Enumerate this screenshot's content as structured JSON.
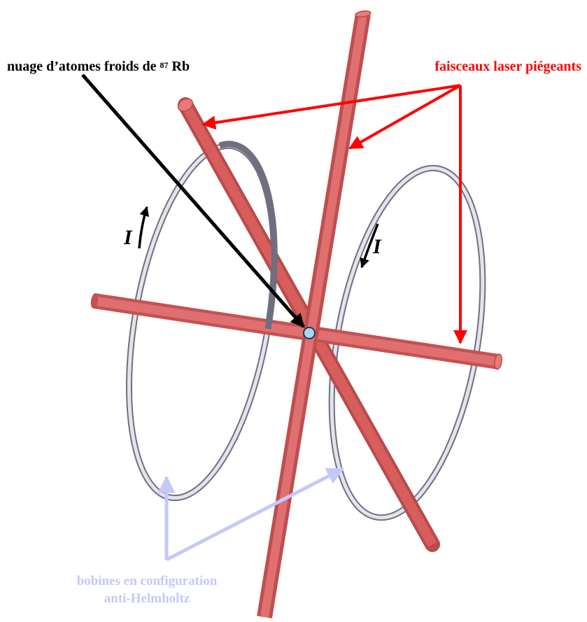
{
  "labels": {
    "atom_cloud": "nuage d’atomes froids de",
    "atom_cloud_isotope": "87",
    "atom_cloud_element": "Rb",
    "laser_beams": "faisceaux laser piégeants",
    "coils_line1": "bobines en configuration",
    "coils_line2": "anti-Helmholtz",
    "current_left": "I",
    "current_right": "I"
  },
  "colors": {
    "laser_beam": "#e06666",
    "laser_beam_dark": "#b84b4b",
    "laser_label": "#ff0000",
    "coil": "#d8d8e6",
    "coil_label": "#c6c8f8",
    "atom_cloud": "#a8d8ef",
    "pointer": "#000000"
  }
}
